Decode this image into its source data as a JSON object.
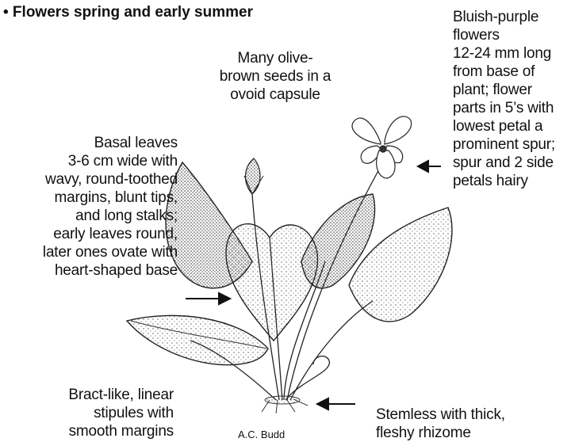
{
  "heading": "• Flowers spring and early summer",
  "labels": {
    "flowers": "Bluish-purple\nflowers\n12-24 mm long\nfrom base of\nplant; flower\nparts in 5’s with\nlowest petal a\nprominent spur;\nspur and 2 side\npetals hairy",
    "seeds": "Many olive-\nbrown seeds in a\novoid capsule",
    "leaves": "Basal leaves\n3-6 cm wide with\nwavy, round-toothed\nmargins, blunt tips,\nand long stalks;\nearly leaves round,\nlater ones ovate with\nheart-shaped base",
    "stipules": "Bract-like, linear\nstipules with\nsmooth margins",
    "rhizome": "Stemless with thick,\nfleshy rhizome"
  },
  "credit": "A.C. Budd"
}
